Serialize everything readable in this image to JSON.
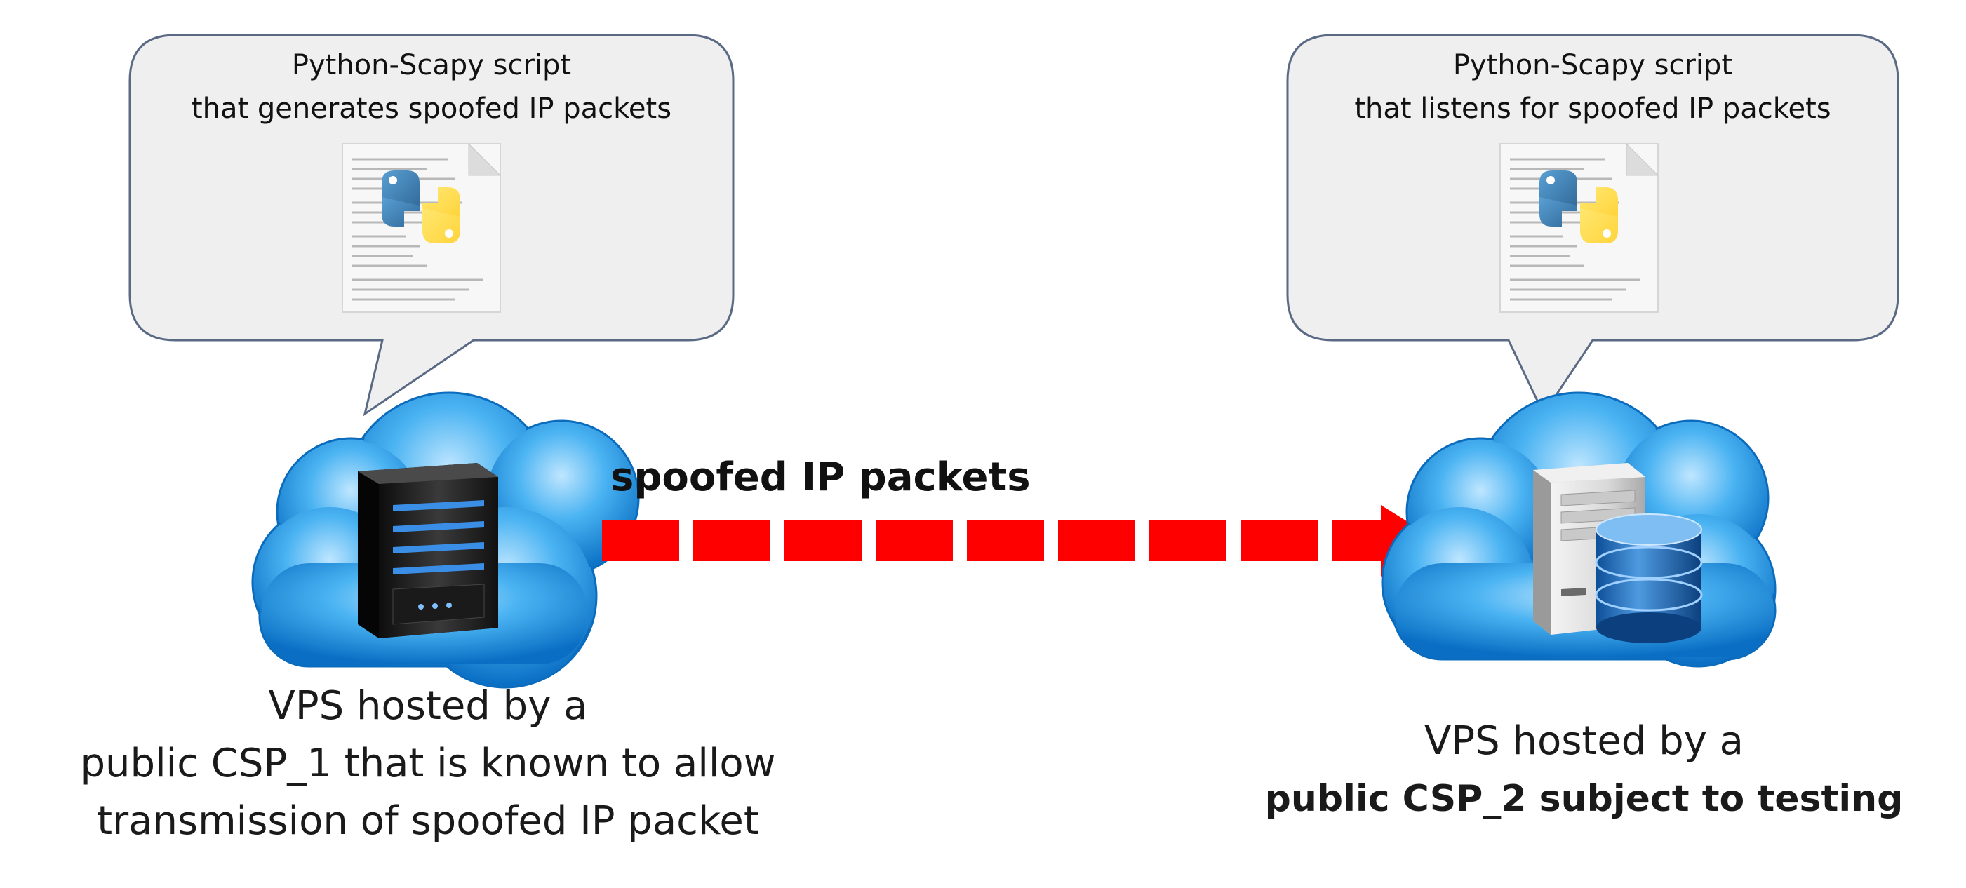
{
  "left_node": {
    "bubble_line1": "Python-Scapy script",
    "bubble_line2": "that generates spoofed  IP packets",
    "caption_line1": "VPS hosted by a",
    "caption_line2": "public CSP_1 that is known to allow",
    "caption_line3": "transmission of spoofed IP packet"
  },
  "right_node": {
    "bubble_line1": "Python-Scapy script",
    "bubble_line2": "that listens for spoofed  IP packets",
    "caption_line1": "VPS hosted by a",
    "caption_line2": "public CSP_2 subject to testing"
  },
  "arrow": {
    "label": "spoofed IP packets"
  },
  "colors": {
    "arrow": "#ff0000",
    "cloud": "#1a8fe0",
    "bubble_fill": "#efefef",
    "bubble_stroke": "#5a6a85"
  },
  "icons": [
    "python-logo-icon",
    "script-document-icon",
    "cloud-icon",
    "tower-server-icon",
    "database-icon"
  ]
}
